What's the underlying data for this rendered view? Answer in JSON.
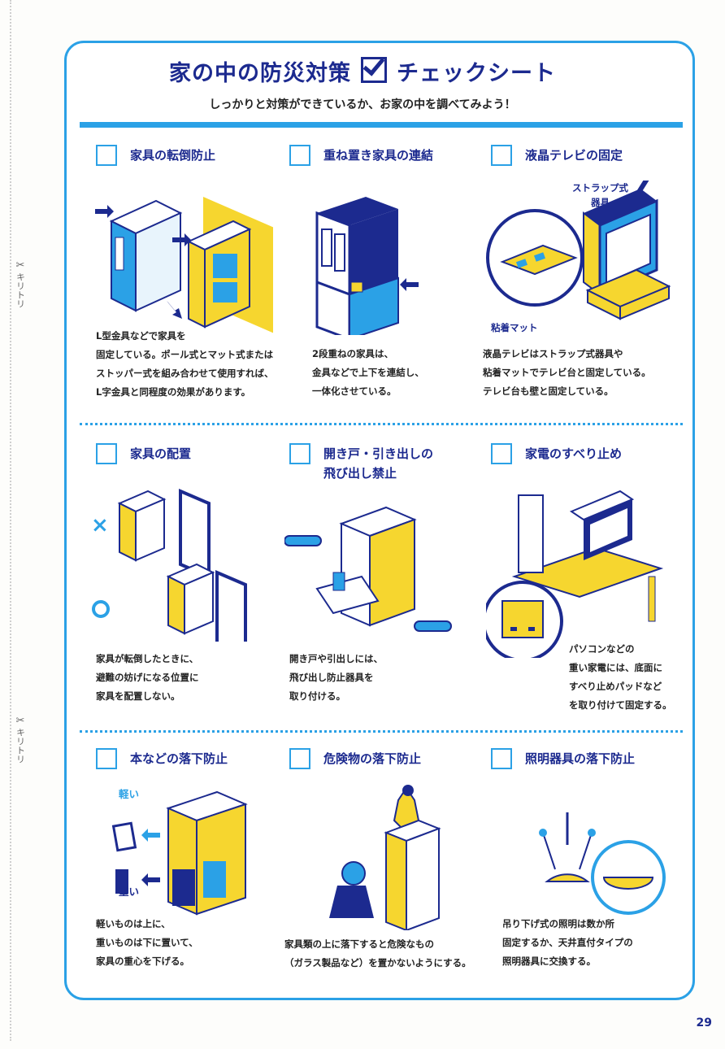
{
  "sidebar": {
    "scissors": "✂",
    "cut_label": "キリトリ"
  },
  "header": {
    "title_left": "家の中の防災対策",
    "title_right": "チェックシート",
    "subtitle": "しっかりと対策ができているか、お家の中を調べてみよう！"
  },
  "items": [
    {
      "label": "家具の転倒防止",
      "desc": "L型金具などで家具を\n固定している。ポール式とマット式または\nストッパー式を組み合わせて使用すれば、\nL字金具と同程度の効果があります。"
    },
    {
      "label": "重ね置き家具の連結",
      "desc": "2段重ねの家具は、\n金具などで上下を連結し、\n一体化させている。"
    },
    {
      "label": "液晶テレビの固定",
      "callout_strap": "ストラップ式\n器具",
      "callout_mat": "粘着マット",
      "desc": "液晶テレビはストラップ式器具や\n粘着マットでテレビ台と固定している。\nテレビ台も壁と固定している。"
    },
    {
      "label": "家具の配置",
      "desc": "家具が転倒したときに、\n避難の妨げになる位置に\n家具を配置しない。"
    },
    {
      "label": "開き戸・引き出しの\n飛び出し禁止",
      "desc": "開き戸や引出しには、\n飛び出し防止器具を\n取り付ける。"
    },
    {
      "label": "家電のすべり止め",
      "desc": "パソコンなどの\n重い家電には、底面に\nすべり止めパッドなど\nを取り付けて固定する。"
    },
    {
      "label": "本などの落下防止",
      "light_label": "軽い",
      "heavy_label": "重い",
      "desc": "軽いものは上に、\n重いものは下に置いて、\n家具の重心を下げる。"
    },
    {
      "label": "危険物の落下防止",
      "desc": "家具類の上に落下すると危険なもの\n（ガラス製品など）を置かないようにする。"
    },
    {
      "label": "照明器具の落下防止",
      "desc": "吊り下げ式の照明は数か所\n固定するか、天井直付タイプの\n照明器具に交換する。"
    }
  ],
  "page_number": "29",
  "colors": {
    "blue": "#2ba1e6",
    "navy": "#1c2a8f",
    "yellow": "#f6d62f"
  }
}
